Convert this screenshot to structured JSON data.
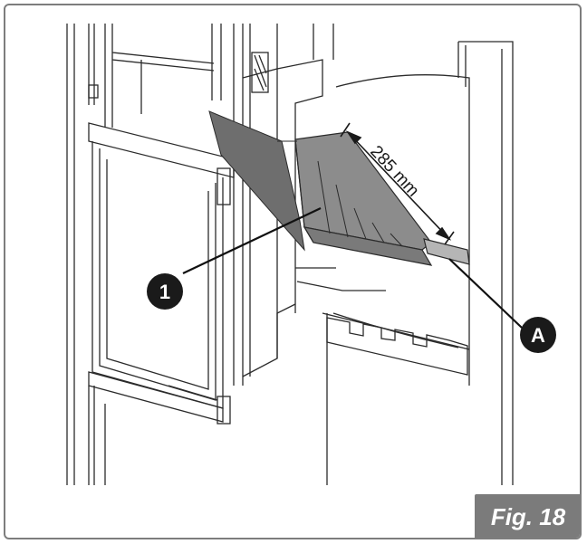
{
  "figure": {
    "label": "Fig. 18"
  },
  "callouts": {
    "part_1": "1",
    "part_a": "A"
  },
  "dimension": {
    "length": "285 mm"
  },
  "colors": {
    "frame": "#7d7d7d",
    "label_bg": "#7b7b7b",
    "deflector": "#8c8c8c",
    "line": "#2b2b2b",
    "callout_bg": "#1a1a1a"
  }
}
